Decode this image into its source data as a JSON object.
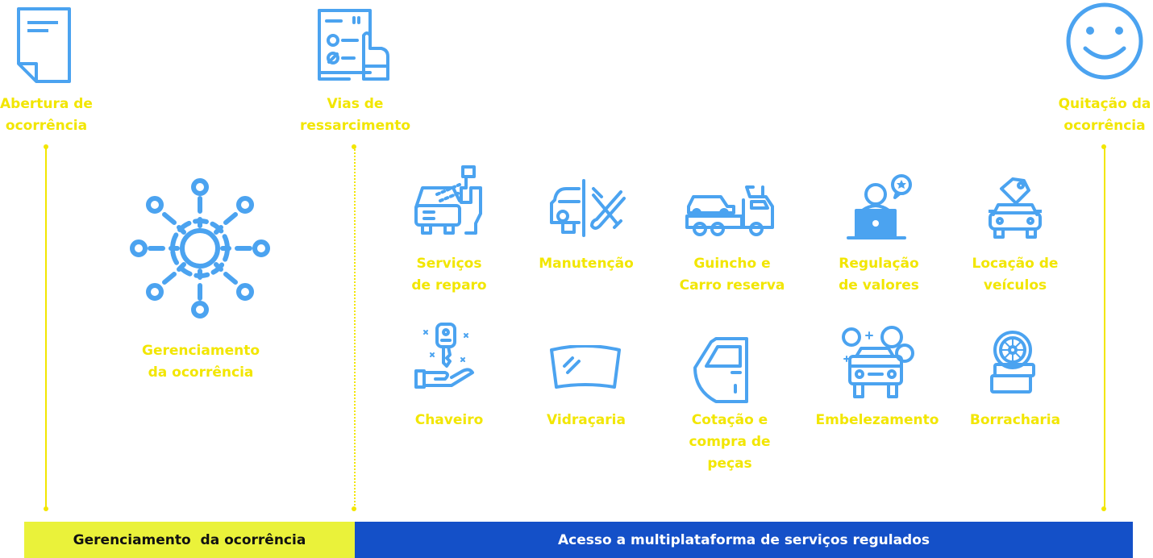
{
  "colors": {
    "icon": "#4BA3F0",
    "label": "#F2E600",
    "bar_left": "#EAF23A",
    "bar_right": "#1450C8"
  },
  "milestones": {
    "opening": "Abertura de\nocorrência",
    "channels": "Vias de\nressarcimento",
    "closing": "Quitação da\nocorrência"
  },
  "management": {
    "label": "Gerenciamento\nda ocorrência"
  },
  "services": [
    {
      "label": "Serviços\nde reparo",
      "icon": "spray-gun-car-icon"
    },
    {
      "label": "Manutenção",
      "icon": "car-tools-icon"
    },
    {
      "label": "Guincho e\nCarro reserva",
      "icon": "tow-truck-icon"
    },
    {
      "label": "Regulação\nde valores",
      "icon": "adjuster-laptop-icon"
    },
    {
      "label": "Locação de\nveículos",
      "icon": "car-rental-tag-icon"
    },
    {
      "label": "Chaveiro",
      "icon": "key-hand-icon"
    },
    {
      "label": "Vidraçaria",
      "icon": "windshield-icon"
    },
    {
      "label": "Cotação e\ncompra de\npeças",
      "icon": "car-door-icon"
    },
    {
      "label": "Embelezamento",
      "icon": "car-wash-icon"
    },
    {
      "label": "Borracharia",
      "icon": "tire-icon"
    }
  ],
  "bars": {
    "left": "Gerenciamento  da ocorrência",
    "right": "Acesso a multiplataforma de serviços regulados"
  }
}
